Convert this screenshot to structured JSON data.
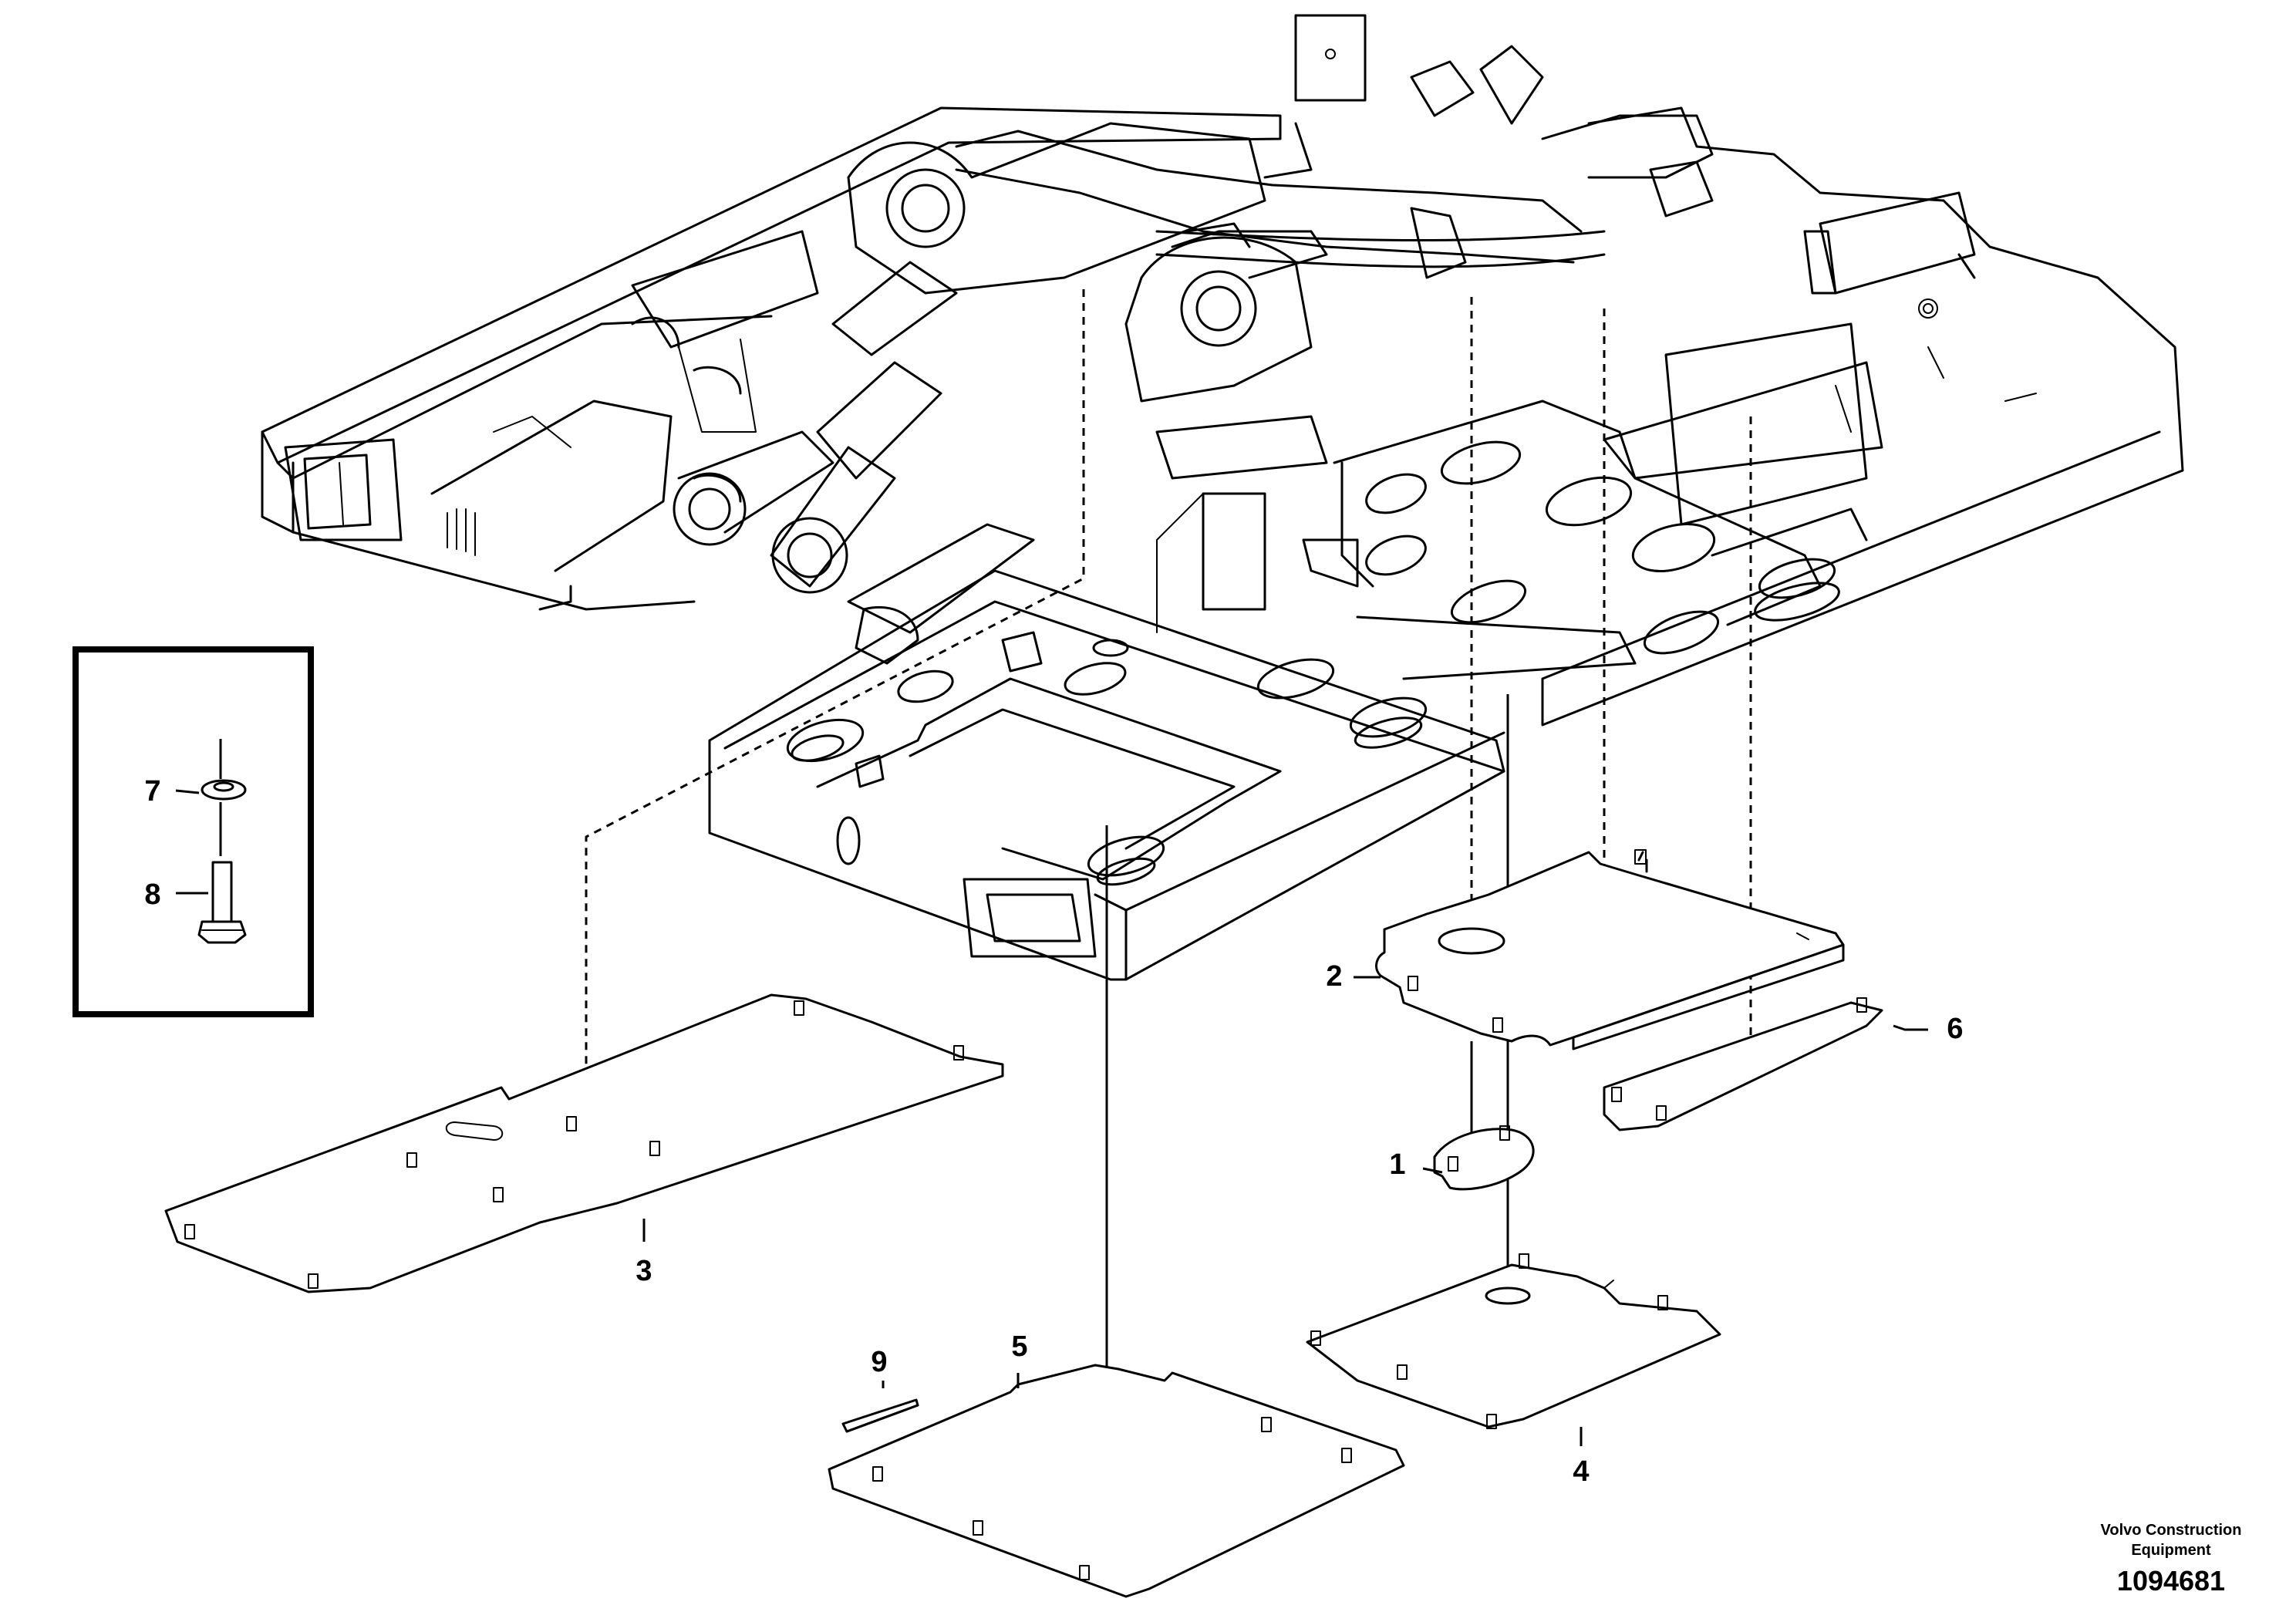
{
  "callouts": {
    "c1": "1",
    "c2": "2",
    "c3": "3",
    "c4": "4",
    "c5": "5",
    "c6": "6",
    "c7": "7",
    "c8": "8",
    "c9": "9"
  },
  "footer": {
    "brand_line1": "Volvo Construction",
    "brand_line2": "Equipment",
    "drawing_number": "1094681"
  }
}
